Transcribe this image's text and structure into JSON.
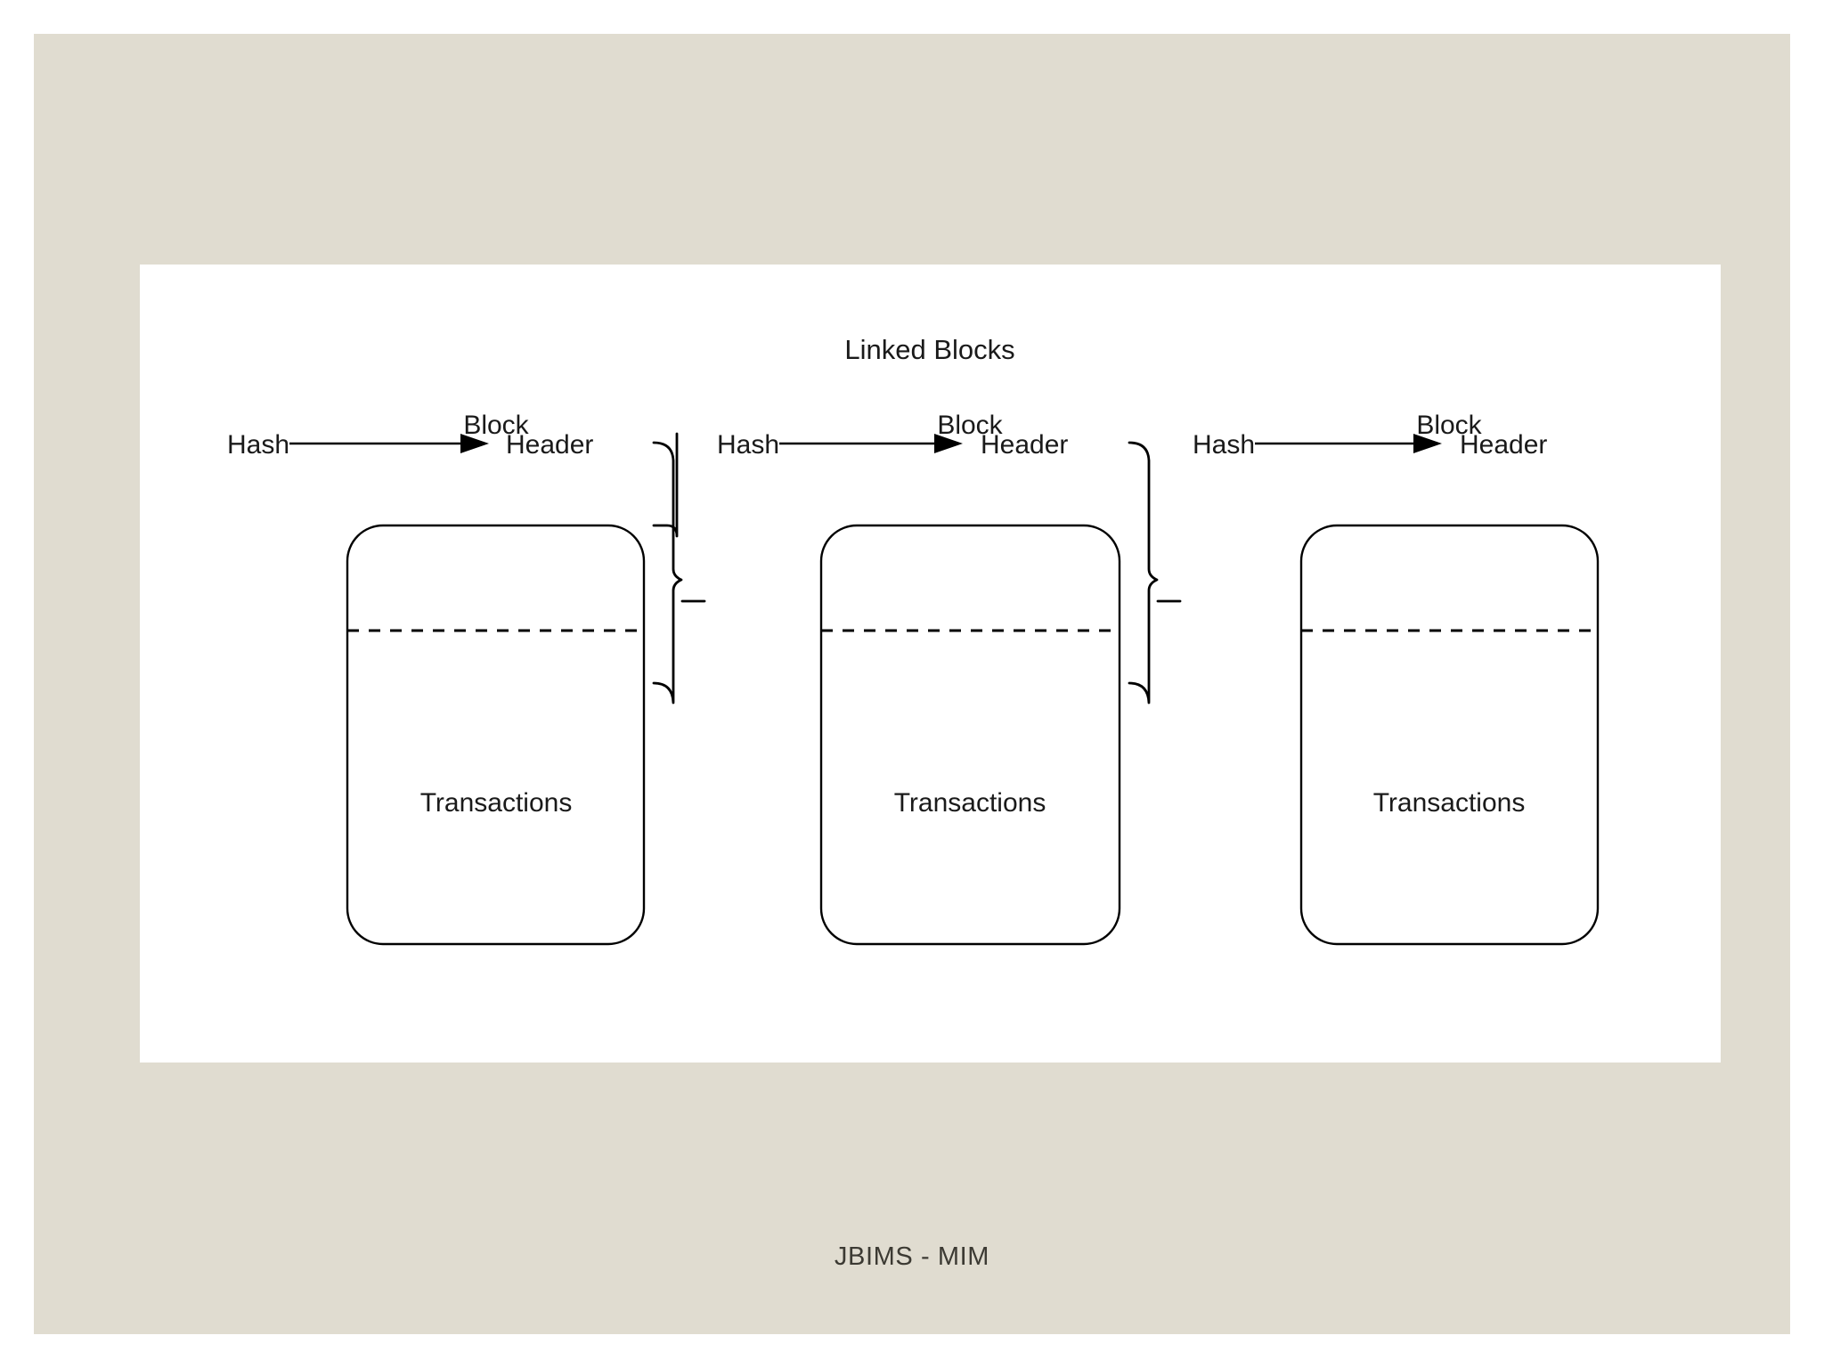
{
  "slide": {
    "background_color": "#e0dcd0",
    "canvas_color": "#ffffff",
    "outer_color": "#ffffff"
  },
  "diagram": {
    "type": "blockchain-linked-blocks",
    "title": "Linked Blocks",
    "stroke_color": "#000000",
    "text_color": "#1a1a1a",
    "blocks": [
      {
        "label": "Block",
        "header_label": "Header",
        "transactions_label": "Transactions",
        "incoming_hash_label": "Hash"
      },
      {
        "label": "Block",
        "header_label": "Header",
        "transactions_label": "Transactions",
        "incoming_hash_label": "Hash"
      },
      {
        "label": "Block",
        "header_label": "Header",
        "transactions_label": "Transactions",
        "incoming_hash_label": "Hash"
      }
    ],
    "connectors": [
      {
        "type": "brace",
        "hash_label": "Hash"
      },
      {
        "type": "brace",
        "hash_label": "Hash"
      }
    ]
  },
  "footer": {
    "text": "JBIMS - MIM"
  }
}
